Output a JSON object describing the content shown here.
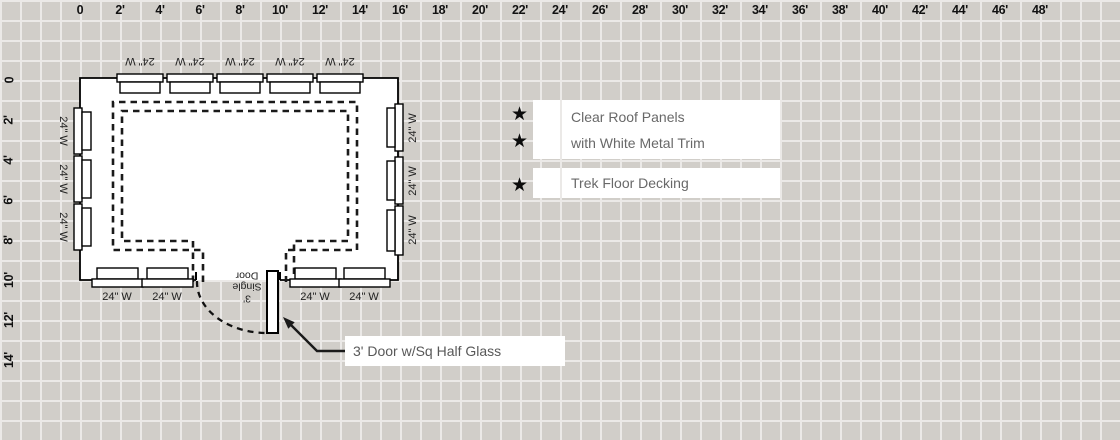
{
  "rulers": {
    "top": [
      "0",
      "2'",
      "4'",
      "6'",
      "8'",
      "10'",
      "12'",
      "14'",
      "16'",
      "18'",
      "20'",
      "22'",
      "24'",
      "26'",
      "28'",
      "30'",
      "32'",
      "34'",
      "36'",
      "38'",
      "40'",
      "42'",
      "44'",
      "46'",
      "48'"
    ],
    "left": [
      "0",
      "2'",
      "4'",
      "6'",
      "8'",
      "10'",
      "12'",
      "14'"
    ]
  },
  "plan": {
    "top_window_labels": [
      "24\" W",
      "24\" W",
      "24\" W",
      "24\" W",
      "24\" W"
    ],
    "left_window_labels": [
      "24\" W",
      "24\" W",
      "24\" W"
    ],
    "right_window_labels": [
      "24\" W",
      "24\" W",
      "24\" W"
    ],
    "bottom_window_labels": [
      "24\" W",
      "24\" W",
      "24\" W",
      "24\" W"
    ],
    "door_lines": [
      "3'",
      "Single",
      "Door"
    ]
  },
  "legend": {
    "star_icon": "★",
    "entries": [
      {
        "lines": [
          "Clear Roof Panels",
          "with White Metal Trim"
        ]
      },
      {
        "lines": [
          "Trek Floor Decking"
        ]
      }
    ]
  },
  "callout": {
    "label": "3' Door w/Sq Half Glass"
  },
  "colors": {
    "background": "#d1cec9",
    "grid_line": "#ebe9e7",
    "plan_fill": "#ffffff",
    "wall": "#000000",
    "legend_text": "#686868"
  }
}
